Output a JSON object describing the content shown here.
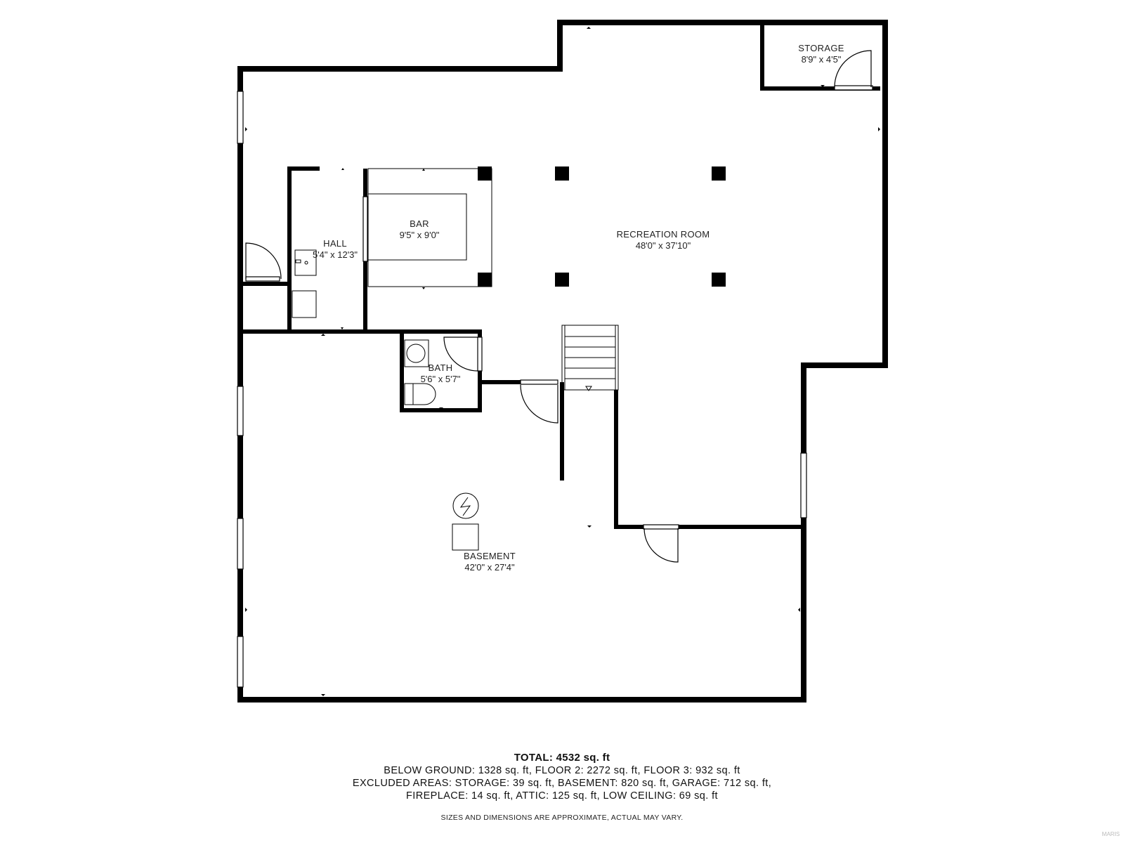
{
  "rooms": {
    "storage": {
      "name": "STORAGE",
      "dim": "8'9\" x 4'5\""
    },
    "hall": {
      "name": "HALL",
      "dim": "5'4\" x 12'3\""
    },
    "bar": {
      "name": "BAR",
      "dim": "9'5\" x 9'0\""
    },
    "recreation": {
      "name": "RECREATION ROOM",
      "dim": "48'0\" x 37'10\""
    },
    "bath": {
      "name": "BATH",
      "dim": "5'6\" x 5'7\""
    },
    "basement": {
      "name": "BASEMENT",
      "dim": "42'0\" x 27'4\""
    }
  },
  "summary": {
    "total": "TOTAL: 4532 sq. ft",
    "line1": "BELOW GROUND: 1328 sq. ft, FLOOR 2: 2272 sq. ft, FLOOR 3: 932 sq. ft",
    "line2": "EXCLUDED AREAS: STORAGE: 39 sq. ft, BASEMENT: 820 sq. ft, GARAGE: 712 sq. ft,",
    "line3": "FIREPLACE: 14 sq. ft, ATTIC: 125 sq. ft, LOW CEILING: 69 sq. ft"
  },
  "disclaimer": "SIZES AND DIMENSIONS ARE APPROXIMATE, ACTUAL MAY VARY.",
  "watermark": "MARIS",
  "colors": {
    "wall": "#000000",
    "background": "#ffffff",
    "fixture": "#555555"
  }
}
